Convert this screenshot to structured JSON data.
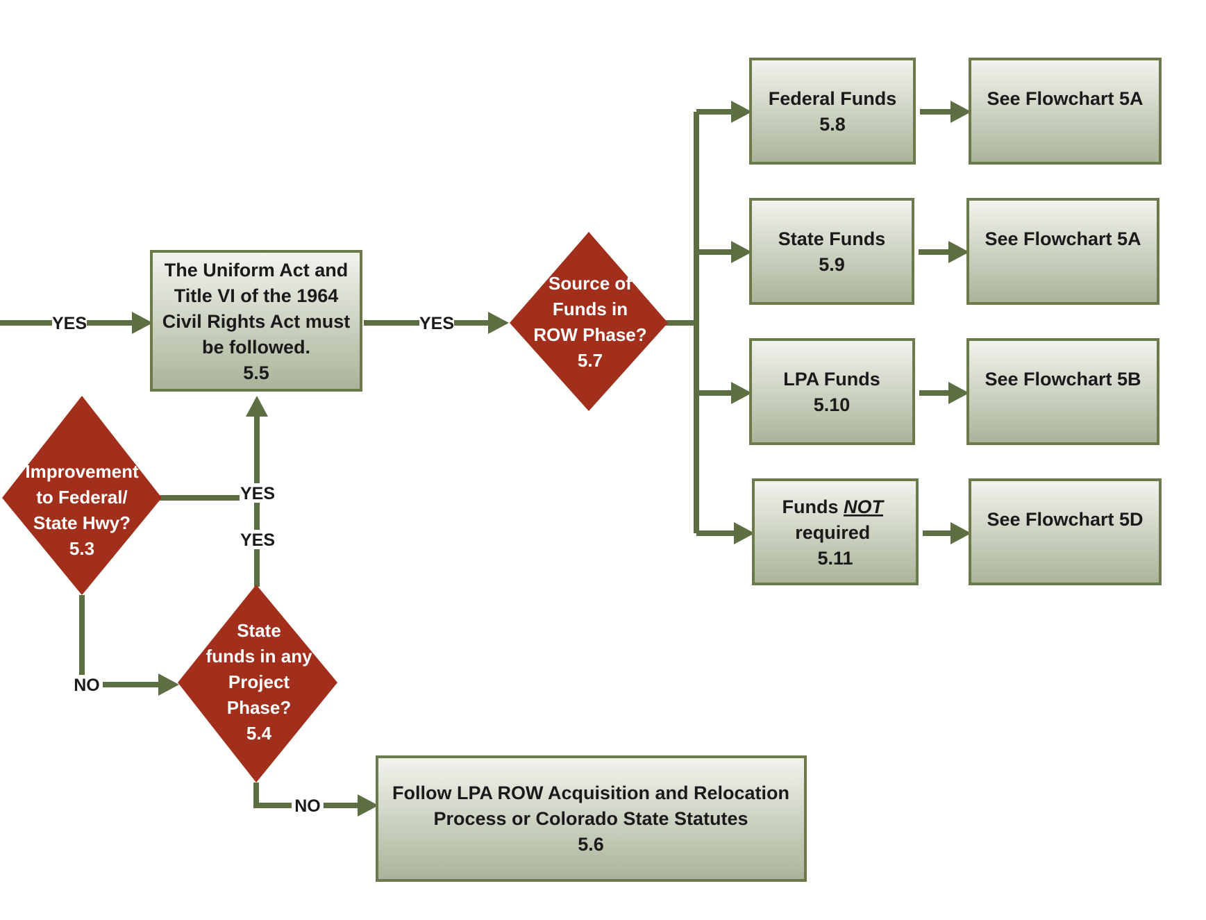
{
  "colors": {
    "connector": "#5e6e43",
    "box_border": "#6b7a4a",
    "box_fill_top": "#f2f4ee",
    "box_fill_bottom": "#a9b399",
    "decision_fill": "#a12f1b",
    "box_text": "#1a1a1a",
    "decision_text": "#ffffff"
  },
  "nodes": {
    "n55": {
      "lines": [
        "The Uniform Act  and",
        "Title VI of the 1964",
        "Civil Rights Act must",
        "be followed.",
        "5.5"
      ]
    },
    "n57": {
      "lines": [
        "Source of",
        "Funds in",
        "ROW Phase?",
        "5.7"
      ]
    },
    "n53": {
      "lines": [
        "Improvement",
        "to Federal/",
        "State Hwy?",
        "5.3"
      ]
    },
    "n54": {
      "lines": [
        "State",
        "funds in any",
        "Project",
        "Phase?",
        "5.4"
      ]
    },
    "n56": {
      "lines": [
        "Follow LPA ROW Acquisition and Relocation",
        "Process or Colorado State Statutes",
        "5.6"
      ]
    },
    "n58": {
      "lines": [
        "Federal Funds",
        "5.8"
      ]
    },
    "n59": {
      "lines": [
        "State Funds",
        "5.9"
      ]
    },
    "n510": {
      "lines": [
        "LPA Funds",
        "5.10"
      ]
    },
    "n511": {
      "line1_prefix": "Funds ",
      "line1_emphasis": "NOT",
      "lines_rest": [
        "required",
        "5.11"
      ]
    },
    "r58": {
      "lines": [
        "See Flowchart 5A"
      ]
    },
    "r59": {
      "lines": [
        "See Flowchart 5A"
      ]
    },
    "r510": {
      "lines": [
        "See Flowchart 5B"
      ]
    },
    "r511": {
      "lines": [
        "See Flowchart 5D"
      ]
    }
  },
  "edge_labels": {
    "in_yes": "YES",
    "to57_yes": "YES",
    "from53_yes": "YES",
    "from54_yes": "YES",
    "from53_no": "NO",
    "from54_no": "NO"
  }
}
